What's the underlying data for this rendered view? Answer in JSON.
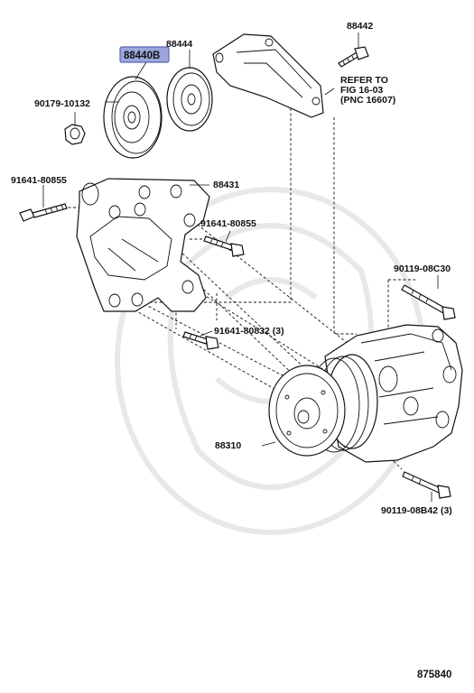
{
  "parts": {
    "idler_pulley_highlight": "88440B",
    "pulley_cover": "88444",
    "bolt_top": "88442",
    "idler_nut": "90179-10132",
    "bracket": "88431",
    "bolt_left": "91641-80855",
    "bolt_mid": "91641-80855",
    "bolt_lower": "91641-80832 (3)",
    "compressor": "88310",
    "bolt_right_upper": "90119-08C30",
    "bolt_right_lower": "90119-08B42 (3)"
  },
  "refer_note": {
    "line1": "REFER TO",
    "line2": "FIG 16-03",
    "line3": "(PNC 16607)"
  },
  "diagram_number": "875840",
  "colors": {
    "highlight_fill": "#9ca6dc",
    "highlight_border": "#5a66b0",
    "line": "#111111"
  }
}
